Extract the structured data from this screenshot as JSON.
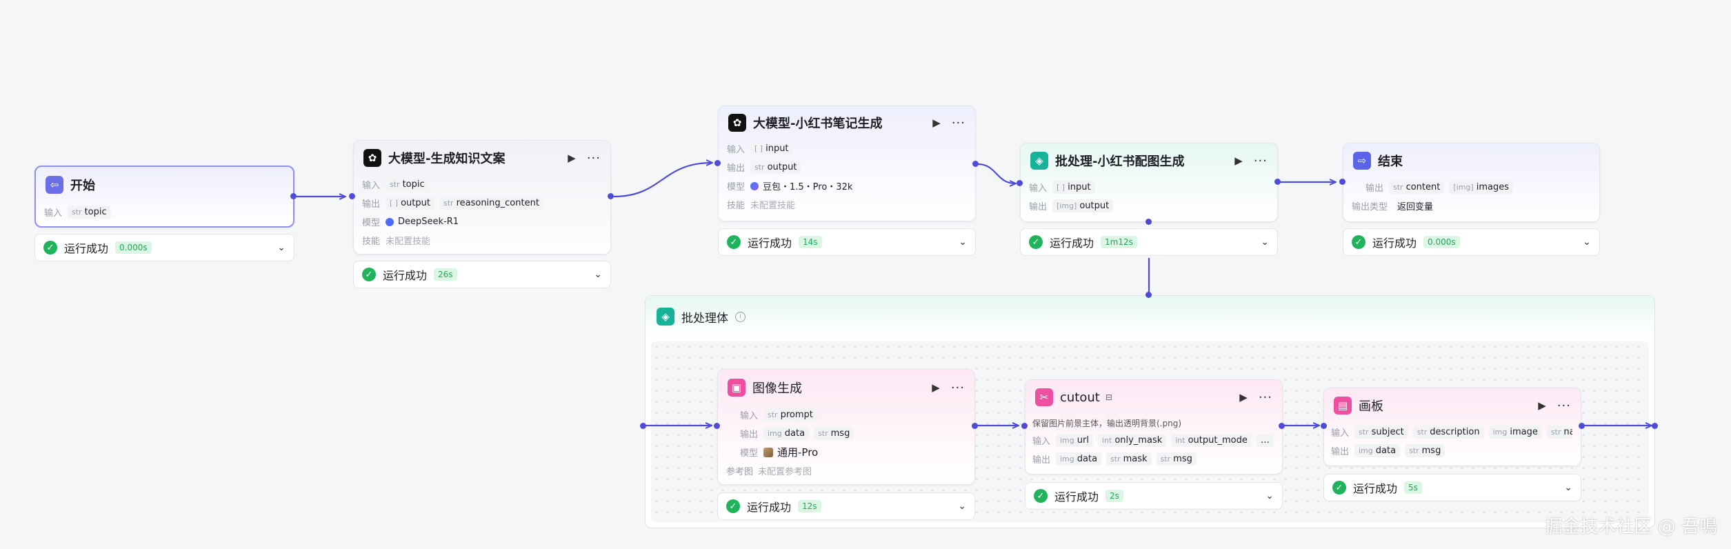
{
  "labels": {
    "input": "输入",
    "output": "输出",
    "model": "模型",
    "skills": "技能",
    "ref": "参考图",
    "out_type": "输出类型"
  },
  "nodes": {
    "start": {
      "title": "开始",
      "input": {
        "type": "str",
        "name": "topic"
      }
    },
    "llm1": {
      "title": "大模型-生成知识文案",
      "input": {
        "type": "str",
        "name": "topic"
      },
      "outputs": [
        {
          "type": "[ ]",
          "name": "output"
        },
        {
          "type": "str",
          "name": "reasoning_content"
        }
      ],
      "model": "DeepSeek-R1",
      "skills": "未配置技能"
    },
    "llm2": {
      "title": "大模型-小红书笔记生成",
      "input": {
        "type": "[ ]",
        "name": "input"
      },
      "output": {
        "type": "str",
        "name": "output"
      },
      "model": "豆包・1.5・Pro・32k",
      "skills": "未配置技能"
    },
    "batch": {
      "title": "批处理-小红书配图生成",
      "input": {
        "type": "[ ]",
        "name": "input"
      },
      "output": {
        "type": "[img]",
        "name": "output"
      }
    },
    "end": {
      "title": "结束",
      "outputs": [
        {
          "type": "str",
          "name": "content"
        },
        {
          "type": "[img]",
          "name": "images"
        }
      ],
      "out_type": "返回变量"
    },
    "batch_body": {
      "title": "批处理体"
    },
    "img": {
      "title": "图像生成",
      "input": {
        "type": "str",
        "name": "prompt"
      },
      "outputs": [
        {
          "type": "img",
          "name": "data"
        },
        {
          "type": "str",
          "name": "msg"
        }
      ],
      "model": "通用-Pro",
      "ref": "未配置参考图"
    },
    "cutout": {
      "title": "cutout",
      "desc": "保留图片前景主体，输出透明背景(.png)",
      "inputs": [
        {
          "type": "img",
          "name": "url"
        },
        {
          "type": "int",
          "name": "only_mask"
        },
        {
          "type": "int",
          "name": "output_mode"
        }
      ],
      "outputs": [
        {
          "type": "img",
          "name": "data"
        },
        {
          "type": "str",
          "name": "mask"
        },
        {
          "type": "str",
          "name": "msg"
        }
      ]
    },
    "canvas": {
      "title": "画板",
      "inputs": [
        {
          "type": "str",
          "name": "subject"
        },
        {
          "type": "str",
          "name": "description"
        },
        {
          "type": "img",
          "name": "image"
        },
        {
          "type": "str",
          "name": "name"
        }
      ],
      "outputs": [
        {
          "type": "img",
          "name": "data"
        },
        {
          "type": "str",
          "name": "msg"
        }
      ]
    }
  },
  "status": {
    "text": "运行成功",
    "start": "0.000s",
    "llm1": "26s",
    "llm2": "14s",
    "batch": "1m12s",
    "end": "0.000s",
    "img": "12s",
    "cutout": "2s",
    "canvas": "5s"
  },
  "icons": {
    "start": "enter-icon",
    "llm": "llm-logo-icon",
    "batch": "layers-icon",
    "end": "exit-icon",
    "image": "image-icon",
    "play": "play-icon",
    "more": "more-icon",
    "check": "check-circle-icon",
    "chevron": "chevron-down-icon"
  },
  "colors": {
    "accent": "#4e4bd8",
    "success": "#1fb35b",
    "selected_border": "#8d90f0"
  },
  "watermark": "掘金技术社区 @ 吾鳴"
}
